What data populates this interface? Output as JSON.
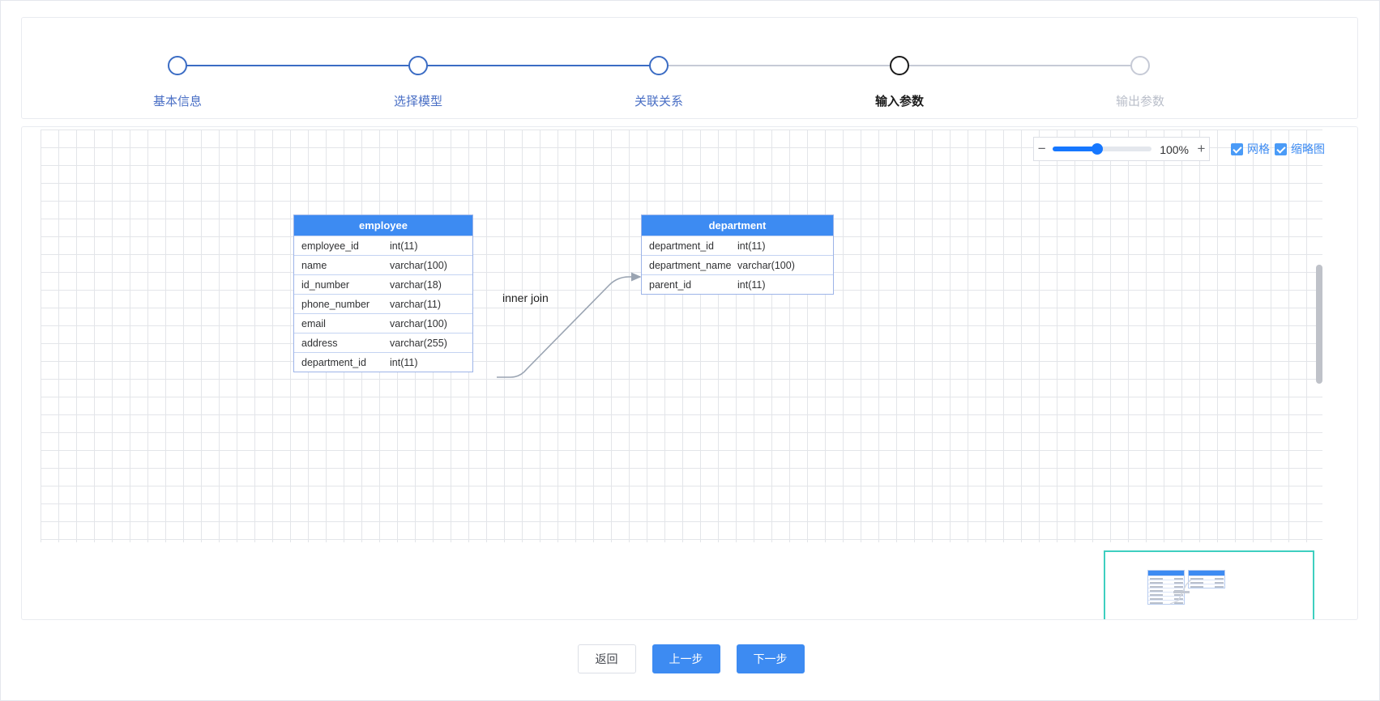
{
  "stepper": {
    "steps": [
      {
        "label": "基本信息",
        "state": "done"
      },
      {
        "label": "选择模型",
        "state": "done"
      },
      {
        "label": "关联关系",
        "state": "done"
      },
      {
        "label": "输入参数",
        "state": "active"
      },
      {
        "label": "输出参数",
        "state": "todo"
      }
    ],
    "line_done_color": "#3b6cc4",
    "line_todo_color": "#c6cad6"
  },
  "toolbar": {
    "zoom_out_label": "−",
    "zoom_in_label": "+",
    "zoom_value": "100%",
    "zoom_percent": 45,
    "checkboxes": [
      {
        "label": "网格",
        "checked": true
      },
      {
        "label": "缩略图",
        "checked": true
      }
    ]
  },
  "canvas": {
    "tables": [
      {
        "name": "employee",
        "columns": [
          {
            "name": "employee_id",
            "type": "int(11)"
          },
          {
            "name": "name",
            "type": "varchar(100)"
          },
          {
            "name": "id_number",
            "type": "varchar(18)"
          },
          {
            "name": "phone_number",
            "type": "varchar(11)"
          },
          {
            "name": "email",
            "type": "varchar(100)"
          },
          {
            "name": "address",
            "type": "varchar(255)"
          },
          {
            "name": "department_id",
            "type": "int(11)"
          }
        ]
      },
      {
        "name": "department",
        "columns": [
          {
            "name": "department_id",
            "type": "int(11)"
          },
          {
            "name": "department_name",
            "type": "varchar(100)"
          },
          {
            "name": "parent_id",
            "type": "int(11)"
          }
        ]
      }
    ],
    "relation": {
      "label": "inner join",
      "from_table": "employee",
      "from_column": "department_id",
      "to_table": "department",
      "to_column": "department_id",
      "line_color": "#9aa4b2"
    },
    "accent_color": "#3d8bf2",
    "minimap_border_color": "#3ecfc0"
  },
  "footer": {
    "back_label": "返回",
    "prev_label": "上一步",
    "next_label": "下一步"
  }
}
